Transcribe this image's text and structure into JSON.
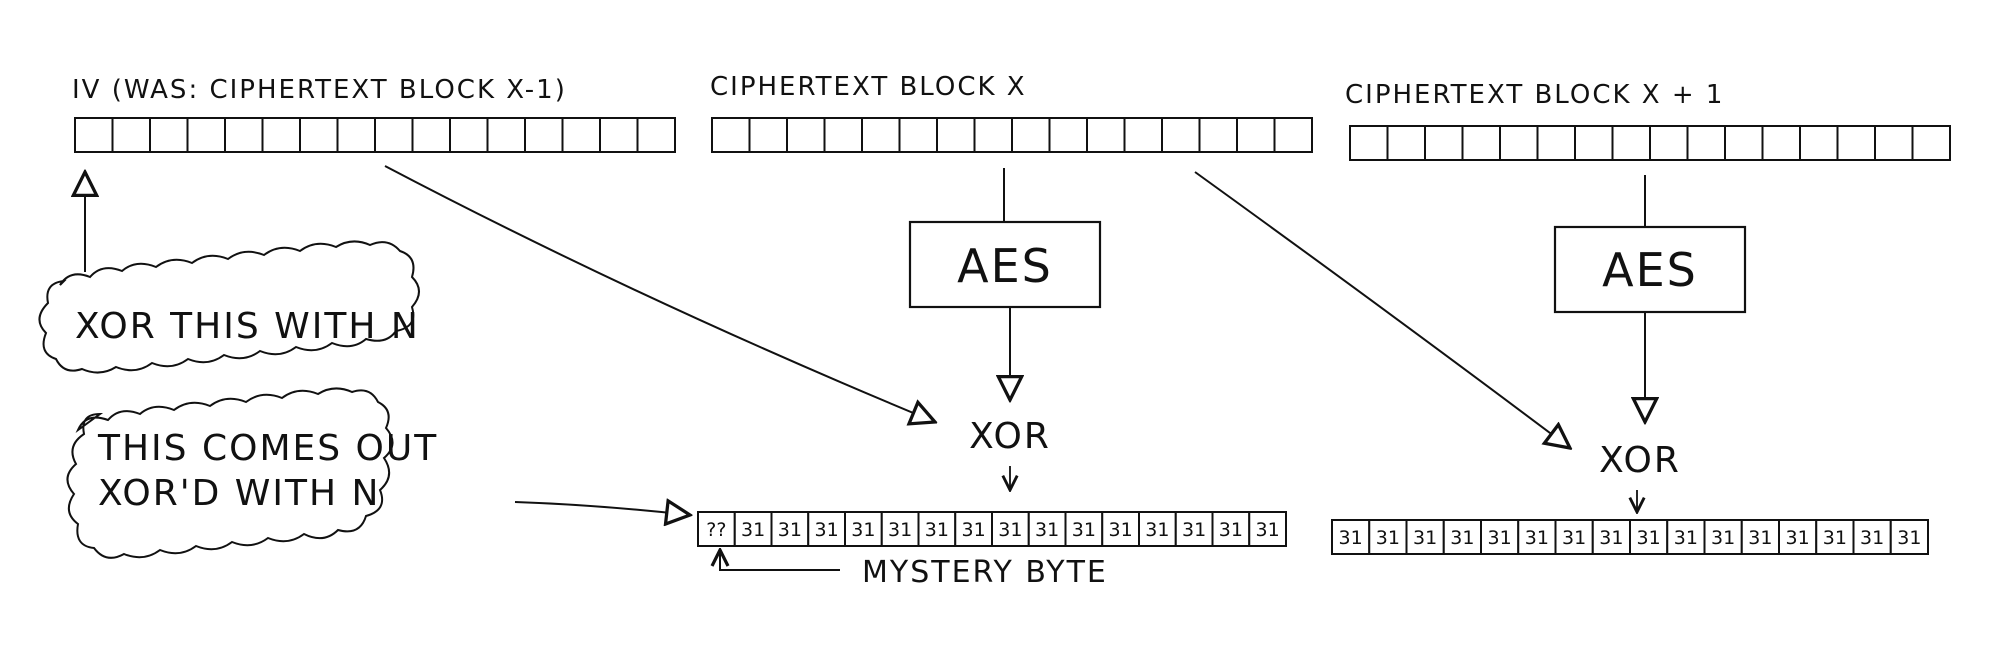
{
  "labels": {
    "iv_block": "IV (WAS: CIPHERTEXT BLOCK X-1)",
    "cipher_block_x": "CIPHERTEXT BLOCK X",
    "cipher_block_x1": "CIPHERTEXT BLOCK X + 1",
    "aes_1": "AES",
    "aes_2": "AES",
    "xor_1": "XOR",
    "xor_2": "XOR",
    "note_xor": "XOR THIS WITH N",
    "note_out_line1": "THIS COMES OUT",
    "note_out_line2": "XOR'D WITH N",
    "mystery": "MYSTERY BYTE"
  },
  "block_x_plaintext": [
    "??",
    "31",
    "31",
    "31",
    "31",
    "31",
    "31",
    "31",
    "31",
    "31",
    "31",
    "31",
    "31",
    "31",
    "31",
    "31"
  ],
  "block_x1_plaintext": [
    "31",
    "31",
    "31",
    "31",
    "31",
    "31",
    "31",
    "31",
    "31",
    "31",
    "31",
    "31",
    "31",
    "31",
    "31",
    "31"
  ],
  "bytes_per_block": 16
}
